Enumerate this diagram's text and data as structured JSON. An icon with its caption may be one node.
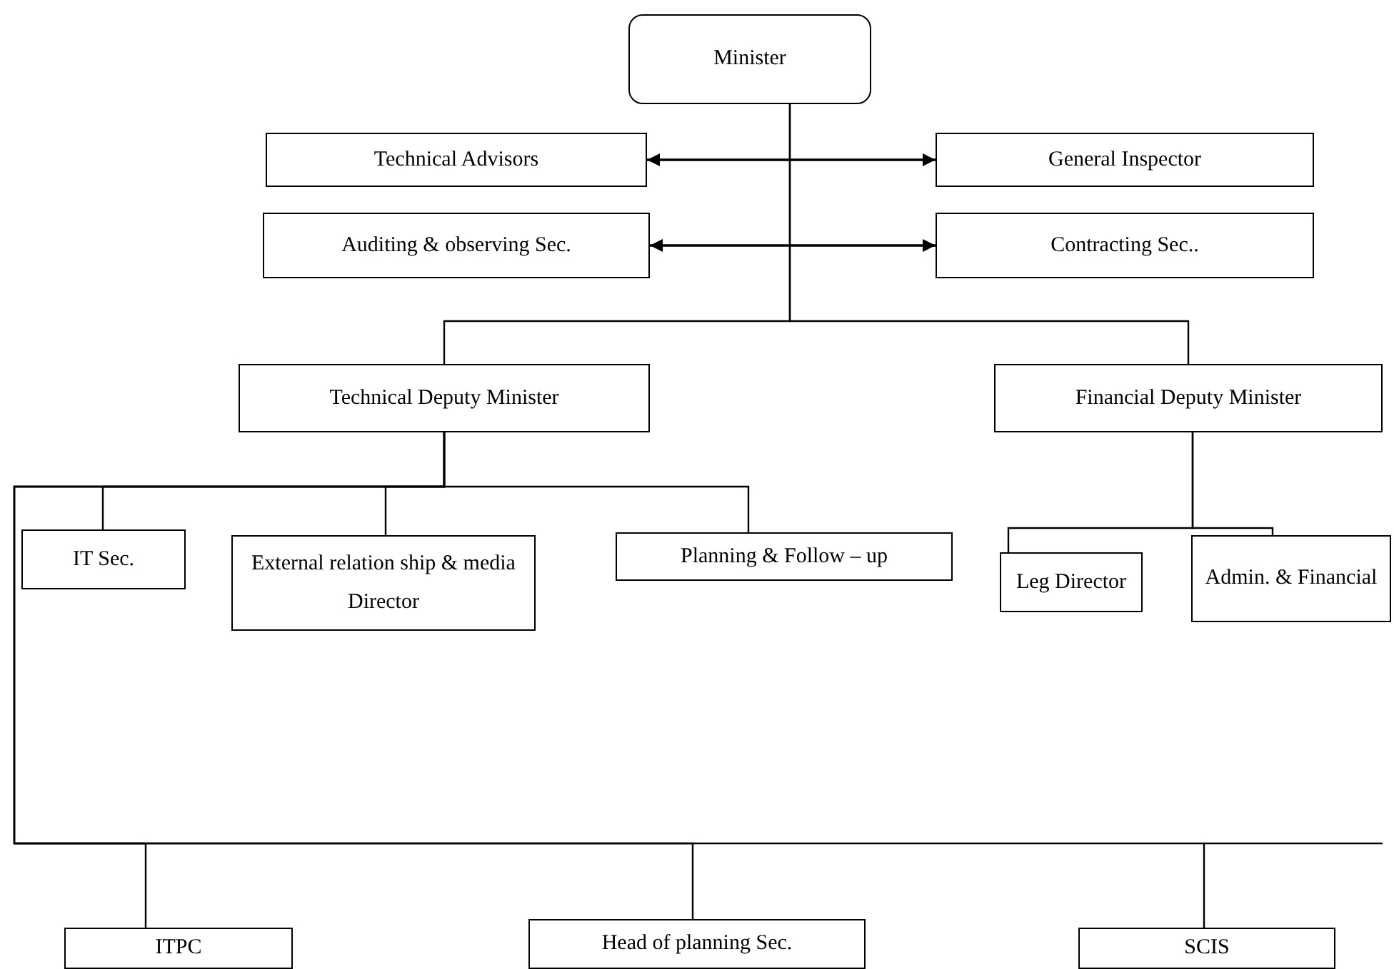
{
  "diagram": {
    "nodes": [
      {
        "text": [
          "Minister"
        ]
      },
      {
        "text": [
          "Technical Advisors"
        ]
      },
      {
        "text": [
          "General Inspector"
        ]
      },
      {
        "text": [
          "Auditing & observing Sec."
        ]
      },
      {
        "text": [
          "Contracting Sec.."
        ]
      },
      {
        "text": [
          "Technical Deputy Minister"
        ]
      },
      {
        "text": [
          "Financial Deputy Minister"
        ]
      },
      {
        "text": [
          "IT Sec."
        ]
      },
      {
        "text": [
          "External relation ship & media Director"
        ]
      },
      {
        "text": [
          "Planning  &  Follow – up"
        ]
      },
      {
        "text": [
          "Leg Director"
        ]
      },
      {
        "text": [
          "Admin. & Financial"
        ]
      },
      {
        "text": [
          "ITPC"
        ]
      },
      {
        "text": [
          "Head of planning Sec."
        ]
      },
      {
        "text": [
          "SCIS"
        ]
      }
    ],
    "edges": [
      {
        "from": 1,
        "to": 2,
        "arrow": "both"
      },
      {
        "from": 3,
        "to": 4,
        "arrow": "both"
      },
      {
        "from": 0,
        "to": 5,
        "arrow": "none"
      },
      {
        "from": 0,
        "to": 6,
        "arrow": "none"
      },
      {
        "from": 5,
        "to": 7,
        "arrow": "none"
      },
      {
        "from": 5,
        "to": 8,
        "arrow": "none"
      },
      {
        "from": 5,
        "to": 9,
        "arrow": "none"
      },
      {
        "from": 5,
        "to": 12,
        "arrow": "none"
      },
      {
        "from": 5,
        "to": 13,
        "arrow": "none"
      },
      {
        "from": 5,
        "to": 14,
        "arrow": "none"
      },
      {
        "from": 6,
        "to": 10,
        "arrow": "none"
      },
      {
        "from": 6,
        "to": 11,
        "arrow": "none"
      }
    ]
  }
}
